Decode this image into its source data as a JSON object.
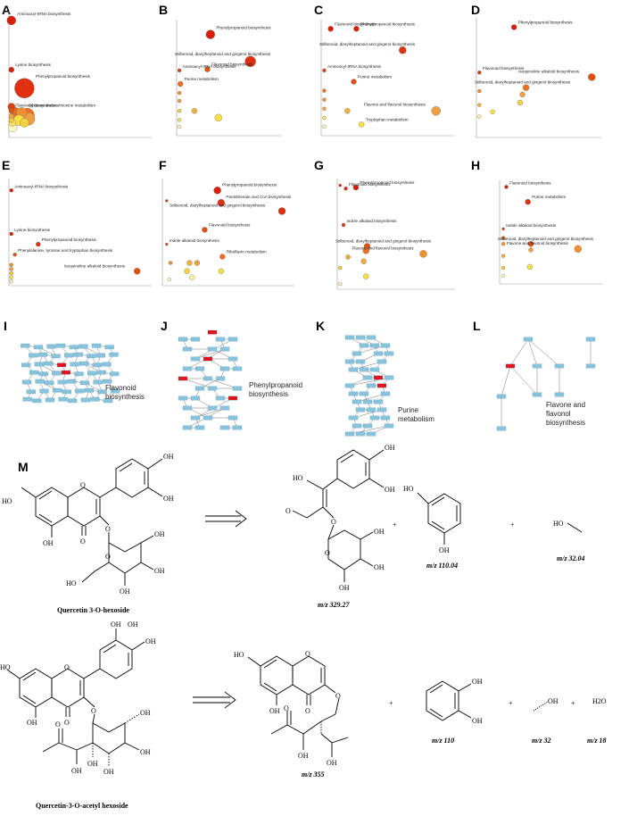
{
  "panel_letters": {
    "A": "A",
    "B": "B",
    "C": "C",
    "D": "D",
    "E": "E",
    "F": "F",
    "G": "G",
    "H": "H",
    "I": "I",
    "J": "J",
    "K": "K",
    "L": "L",
    "M": "M"
  },
  "bubble_panels": [
    {
      "id": "A",
      "points": [
        {
          "x": 0.005,
          "y": 0.95,
          "s": 5,
          "c": "#d81e05",
          "label": "Aminoacyl-tRNA biosynthesis"
        },
        {
          "x": 0.005,
          "y": 0.55,
          "s": 3,
          "c": "#d81e05",
          "label": "Lysine biosynthesis"
        },
        {
          "x": 0.1,
          "y": 0.4,
          "s": 11,
          "c": "#e03010",
          "label": "Phenylpropanoid biosynthesis"
        },
        {
          "x": 0.005,
          "y": 0.25,
          "s": 4,
          "c": "#d84010",
          "label": ""
        },
        {
          "x": 0.005,
          "y": 0.22,
          "s": 3,
          "c": "#e05010",
          "label": "Flavonoid biosynthesis"
        },
        {
          "x": 0.035,
          "y": 0.2,
          "s": 6,
          "c": "#e07020",
          "label": ""
        },
        {
          "x": 0.08,
          "y": 0.2,
          "s": 6,
          "c": "#f09030",
          "label": "Cysteine and methionine metabolism"
        },
        {
          "x": 0.12,
          "y": 0.18,
          "s": 8,
          "c": "#f07020",
          "label": ""
        },
        {
          "x": 0.13,
          "y": 0.15,
          "s": 7,
          "c": "#f0a040",
          "label": ""
        },
        {
          "x": 0.06,
          "y": 0.14,
          "s": 6,
          "c": "#f8e040",
          "label": ""
        },
        {
          "x": 0.005,
          "y": 0.17,
          "s": 3,
          "c": "#f0a040",
          "label": ""
        },
        {
          "x": 0.005,
          "y": 0.14,
          "s": 2.5,
          "c": "#f8d040",
          "label": ""
        },
        {
          "x": 0.012,
          "y": 0.12,
          "s": 4,
          "c": "#f8e060",
          "label": ""
        },
        {
          "x": 0.014,
          "y": 0.08,
          "s": 5,
          "c": "#fff8c0",
          "label": ""
        },
        {
          "x": 0.1,
          "y": 0.12,
          "s": 5,
          "c": "#f8d040",
          "label": ""
        }
      ]
    },
    {
      "id": "B",
      "points": [
        {
          "x": 0.32,
          "y": 0.9,
          "s": 5,
          "c": "#d81e05",
          "label": "Phenylpropanoid biosynthesis"
        },
        {
          "x": 0.72,
          "y": 0.66,
          "s": 6,
          "c": "#e03010",
          "label": "Stilbenoid, diarylheptanoid and gingerol biosynthesis"
        },
        {
          "x": 0.29,
          "y": 0.59,
          "s": 3,
          "c": "#e05010",
          "label": "Flavonoid biosynthesis"
        },
        {
          "x": 0.01,
          "y": 0.58,
          "s": 2,
          "c": "#d84010",
          "label": "Aminoacyl-tRNA biosynthesis"
        },
        {
          "x": 0.02,
          "y": 0.46,
          "s": 3,
          "c": "#f07020",
          "label": "Purine metabolism"
        },
        {
          "x": 0.01,
          "y": 0.38,
          "s": 2,
          "c": "#f09030",
          "label": ""
        },
        {
          "x": 0.01,
          "y": 0.31,
          "s": 2,
          "c": "#f0a040",
          "label": ""
        },
        {
          "x": 0.16,
          "y": 0.22,
          "s": 3,
          "c": "#f0b040",
          "label": ""
        },
        {
          "x": 0.01,
          "y": 0.22,
          "s": 2,
          "c": "#f8d040",
          "label": ""
        },
        {
          "x": 0.4,
          "y": 0.16,
          "s": 4,
          "c": "#f8e040",
          "label": ""
        },
        {
          "x": 0.01,
          "y": 0.14,
          "s": 2,
          "c": "#f8e060",
          "label": ""
        },
        {
          "x": 0.01,
          "y": 0.08,
          "s": 2,
          "c": "#fff8c0",
          "label": ""
        }
      ]
    },
    {
      "id": "C",
      "points": [
        {
          "x": 0.06,
          "y": 0.95,
          "s": 3,
          "c": "#d81e05",
          "label": "Flavonoid biosynthesis"
        },
        {
          "x": 0.26,
          "y": 0.95,
          "s": 3,
          "c": "#d81e05",
          "label": "Phenylpropanoid biosynthesis"
        },
        {
          "x": 0.62,
          "y": 0.76,
          "s": 4,
          "c": "#e03010",
          "label": "Stilbenoid, diarylheptanoid and gingerol biosynthesis"
        },
        {
          "x": 0.01,
          "y": 0.58,
          "s": 2,
          "c": "#d84010",
          "label": "Aminoacyl-tRNA biosynthesis"
        },
        {
          "x": 0.24,
          "y": 0.48,
          "s": 3,
          "c": "#e05010",
          "label": "Purine metabolism"
        },
        {
          "x": 0.01,
          "y": 0.4,
          "s": 2,
          "c": "#f07020",
          "label": ""
        },
        {
          "x": 0.01,
          "y": 0.32,
          "s": 2,
          "c": "#f09030",
          "label": ""
        },
        {
          "x": 0.01,
          "y": 0.24,
          "s": 2,
          "c": "#f0a040",
          "label": ""
        },
        {
          "x": 0.19,
          "y": 0.22,
          "s": 3,
          "c": "#f0b040",
          "label": ""
        },
        {
          "x": 0.88,
          "y": 0.22,
          "s": 5,
          "c": "#f0a040",
          "label": "Flavone and flavonol biosynthesis"
        },
        {
          "x": 0.3,
          "y": 0.1,
          "s": 3,
          "c": "#f8e040",
          "label": "Tryptophan metabolism"
        },
        {
          "x": 0.01,
          "y": 0.16,
          "s": 2,
          "c": "#f8e060",
          "label": ""
        },
        {
          "x": 0.01,
          "y": 0.08,
          "s": 2,
          "c": "#fff8c0",
          "label": ""
        }
      ]
    },
    {
      "id": "D",
      "points": [
        {
          "x": 0.3,
          "y": 0.95,
          "s": 3,
          "c": "#d81e05",
          "label": "Phenylpropanoid biosynthesis"
        },
        {
          "x": 0.01,
          "y": 0.56,
          "s": 2,
          "c": "#d84010",
          "label": "Flavonoid biosynthesis"
        },
        {
          "x": 0.95,
          "y": 0.52,
          "s": 4,
          "c": "#e05010",
          "label": "Isoquinoline alkaloid biosynthesis"
        },
        {
          "x": 0.4,
          "y": 0.43,
          "s": 3.5,
          "c": "#f07020",
          "label": "Stilbenoid, diarylheptanoid and gingerol biosynthesis"
        },
        {
          "x": 0.01,
          "y": 0.4,
          "s": 2,
          "c": "#f09030",
          "label": ""
        },
        {
          "x": 0.37,
          "y": 0.37,
          "s": 3,
          "c": "#f0a040",
          "label": ""
        },
        {
          "x": 0.35,
          "y": 0.3,
          "s": 3,
          "c": "#f8d040",
          "label": ""
        },
        {
          "x": 0.01,
          "y": 0.28,
          "s": 2,
          "c": "#f0b040",
          "label": ""
        },
        {
          "x": 0.12,
          "y": 0.22,
          "s": 2.5,
          "c": "#f8e040",
          "label": ""
        },
        {
          "x": 0.01,
          "y": 0.18,
          "s": 2,
          "c": "#fff0a0",
          "label": ""
        }
      ]
    },
    {
      "id": "E",
      "points": [
        {
          "x": 0.005,
          "y": 0.92,
          "s": 2,
          "c": "#d81e05",
          "label": "Aminoacyl-tRNA biosynthesis"
        },
        {
          "x": 0.005,
          "y": 0.5,
          "s": 2,
          "c": "#d81e05",
          "label": "Lysine biosynthesis"
        },
        {
          "x": 0.2,
          "y": 0.4,
          "s": 2.5,
          "c": "#e03010",
          "label": "Phenylpropanoid biosynthesis"
        },
        {
          "x": 0.03,
          "y": 0.3,
          "s": 2,
          "c": "#e05010",
          "label": "Phenylalanine, tyrosine and tryptophan biosynthesis"
        },
        {
          "x": 0.92,
          "y": 0.14,
          "s": 3.5,
          "c": "#e05010",
          "label": "Isoquinoline alkaloid biosynthesis"
        },
        {
          "x": 0.005,
          "y": 0.2,
          "s": 2,
          "c": "#f09030",
          "label": ""
        },
        {
          "x": 0.005,
          "y": 0.16,
          "s": 2,
          "c": "#f0a040",
          "label": ""
        },
        {
          "x": 0.005,
          "y": 0.12,
          "s": 2,
          "c": "#f8d040",
          "label": ""
        },
        {
          "x": 0.005,
          "y": 0.08,
          "s": 2,
          "c": "#f8e060",
          "label": ""
        },
        {
          "x": 0.005,
          "y": 0.04,
          "s": 2,
          "c": "#fff8c0",
          "label": ""
        }
      ]
    },
    {
      "id": "F",
      "points": [
        {
          "x": 0.42,
          "y": 0.92,
          "s": 4,
          "c": "#d81e05",
          "label": "Phenylpropanoid biosynthesis"
        },
        {
          "x": 0.45,
          "y": 0.8,
          "s": 4,
          "c": "#e03010",
          "label": "Pantothenate and CoA biosynthesis"
        },
        {
          "x": 0.93,
          "y": 0.72,
          "s": 4,
          "c": "#e03010",
          "label": "Stilbenoid, diarylheptanoid and gingerol biosynthesis"
        },
        {
          "x": 0.02,
          "y": 0.82,
          "s": 1.5,
          "c": "#d84010",
          "label": ""
        },
        {
          "x": 0.32,
          "y": 0.54,
          "s": 3,
          "c": "#e05010",
          "label": "Flavonoid biosynthesis"
        },
        {
          "x": 0.02,
          "y": 0.4,
          "s": 1.5,
          "c": "#d84010",
          "label": "Indole alkaloid biosynthesis"
        },
        {
          "x": 0.46,
          "y": 0.28,
          "s": 3,
          "c": "#f07020",
          "label": "Riboflavin metabolism"
        },
        {
          "x": 0.05,
          "y": 0.22,
          "s": 2,
          "c": "#f09030",
          "label": ""
        },
        {
          "x": 0.2,
          "y": 0.22,
          "s": 3,
          "c": "#f0b040",
          "label": ""
        },
        {
          "x": 0.26,
          "y": 0.22,
          "s": 3,
          "c": "#f0a040",
          "label": ""
        },
        {
          "x": 0.18,
          "y": 0.14,
          "s": 3,
          "c": "#f8d040",
          "label": ""
        },
        {
          "x": 0.45,
          "y": 0.14,
          "s": 3,
          "c": "#f8e040",
          "label": ""
        },
        {
          "x": 0.22,
          "y": 0.08,
          "s": 3,
          "c": "#fff0a0",
          "label": ""
        },
        {
          "x": 0.04,
          "y": 0.06,
          "s": 2,
          "c": "#fff8c0",
          "label": ""
        }
      ]
    },
    {
      "id": "G",
      "points": [
        {
          "x": 0.01,
          "y": 0.97,
          "s": 1.5,
          "c": "#d81e05",
          "label": ""
        },
        {
          "x": 0.15,
          "y": 0.95,
          "s": 3,
          "c": "#d81e05",
          "label": "Phenylpropanoid biosynthesis"
        },
        {
          "x": 0.06,
          "y": 0.94,
          "s": 2,
          "c": "#e03010",
          "label": "Flavonoid biosynthesis"
        },
        {
          "x": 0.04,
          "y": 0.6,
          "s": 2,
          "c": "#d84010",
          "label": "Indole alkaloid biosynthesis"
        },
        {
          "x": 0.25,
          "y": 0.4,
          "s": 3.5,
          "c": "#e05010",
          "label": "Stilbenoid, diarylheptanoid and gingerol biosynthesis"
        },
        {
          "x": 0.24,
          "y": 0.36,
          "s": 3.5,
          "c": "#f07020",
          "label": ""
        },
        {
          "x": 0.75,
          "y": 0.33,
          "s": 4,
          "c": "#f09030",
          "label": "Flavone and flavonol biosynthesis"
        },
        {
          "x": 0.08,
          "y": 0.3,
          "s": 2.5,
          "c": "#f0a040",
          "label": ""
        },
        {
          "x": 0.22,
          "y": 0.26,
          "s": 3,
          "c": "#f0b040",
          "label": ""
        },
        {
          "x": 0.01,
          "y": 0.2,
          "s": 2,
          "c": "#f8d040",
          "label": ""
        },
        {
          "x": 0.24,
          "y": 0.12,
          "s": 3,
          "c": "#f8e040",
          "label": ""
        },
        {
          "x": 0.01,
          "y": 0.05,
          "s": 2,
          "c": "#fff8c0",
          "label": ""
        }
      ]
    },
    {
      "id": "H",
      "points": [
        {
          "x": 0.05,
          "y": 0.97,
          "s": 2,
          "c": "#d81e05",
          "label": "Flavonoid biosynthesis"
        },
        {
          "x": 0.27,
          "y": 0.82,
          "s": 3,
          "c": "#e03010",
          "label": "Purine metabolism"
        },
        {
          "x": 0.02,
          "y": 0.55,
          "s": 1.5,
          "c": "#d84010",
          "label": "Indole alkaloid biosynthesis"
        },
        {
          "x": 0.3,
          "y": 0.4,
          "s": 3,
          "c": "#e05010",
          "label": "Stilbenoid, diarylheptanoid and gingerol biosynthesis"
        },
        {
          "x": 0.78,
          "y": 0.35,
          "s": 4,
          "c": "#f09030",
          "label": "Flavone and flavonol biosynthesis"
        },
        {
          "x": 0.02,
          "y": 0.46,
          "s": 2,
          "c": "#f07020",
          "label": ""
        },
        {
          "x": 0.02,
          "y": 0.4,
          "s": 2,
          "c": "#f09030",
          "label": ""
        },
        {
          "x": 0.3,
          "y": 0.34,
          "s": 2.5,
          "c": "#f0a040",
          "label": ""
        },
        {
          "x": 0.02,
          "y": 0.28,
          "s": 2,
          "c": "#f0b040",
          "label": ""
        },
        {
          "x": 0.29,
          "y": 0.17,
          "s": 3,
          "c": "#f8e040",
          "label": ""
        },
        {
          "x": 0.02,
          "y": 0.16,
          "s": 2,
          "c": "#f8d040",
          "label": ""
        },
        {
          "x": 0.02,
          "y": 0.08,
          "s": 2,
          "c": "#fff8c0",
          "label": ""
        }
      ]
    }
  ],
  "networks": {
    "I": {
      "label": [
        "Flavonoid",
        "biosynthesis"
      ]
    },
    "J": {
      "label": [
        "Phenylpropanoid",
        "biosynthesis"
      ]
    },
    "K": {
      "label": [
        "Purine",
        "metabolism"
      ]
    },
    "L": {
      "label": [
        "Flavone and",
        "flavonol",
        "biosynthesis"
      ]
    }
  },
  "node_colors": {
    "normal": "#87c3dc",
    "hit": "#e0141e"
  },
  "chem": {
    "reaction1": {
      "reactant": "Quercetin 3-O-hexoside",
      "products": [
        "m/z 329.27",
        "m/z 110.04",
        "m/z 32.04"
      ],
      "plus": "+"
    },
    "reaction2": {
      "reactant": "Quercetin-3-O-acetyl hexoside",
      "products": [
        "m/z 355",
        "m/z 110",
        "m/z 32",
        "m/z 18"
      ],
      "plus": "+",
      "water": "H2O"
    },
    "atoms": {
      "OH": "OH",
      "HO": "HO",
      "O": "O"
    }
  }
}
